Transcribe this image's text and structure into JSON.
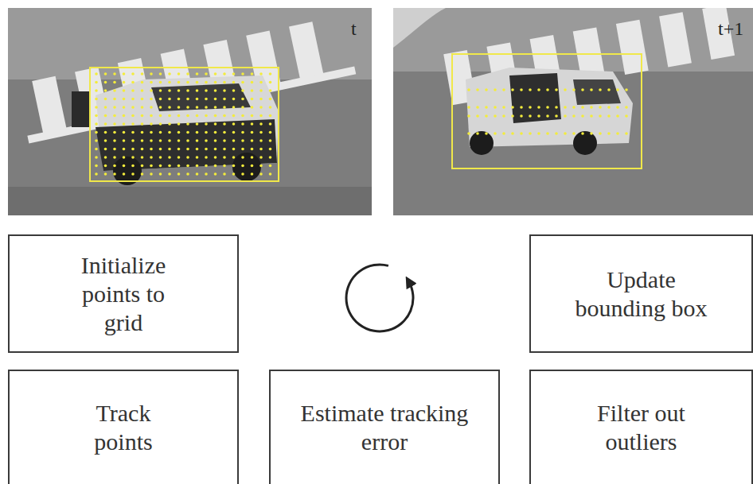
{
  "diagram": {
    "nodes": [
      {
        "text": [
          "Initialize points to grid"
        ]
      },
      {
        "text": [
          "Update bounding box"
        ]
      },
      {
        "text": [
          "Track points"
        ]
      },
      {
        "text": [
          "Estimate tracking error"
        ]
      },
      {
        "text": [
          "Filter out outliers"
        ]
      }
    ],
    "labels": [
      "t",
      "t+1"
    ]
  }
}
